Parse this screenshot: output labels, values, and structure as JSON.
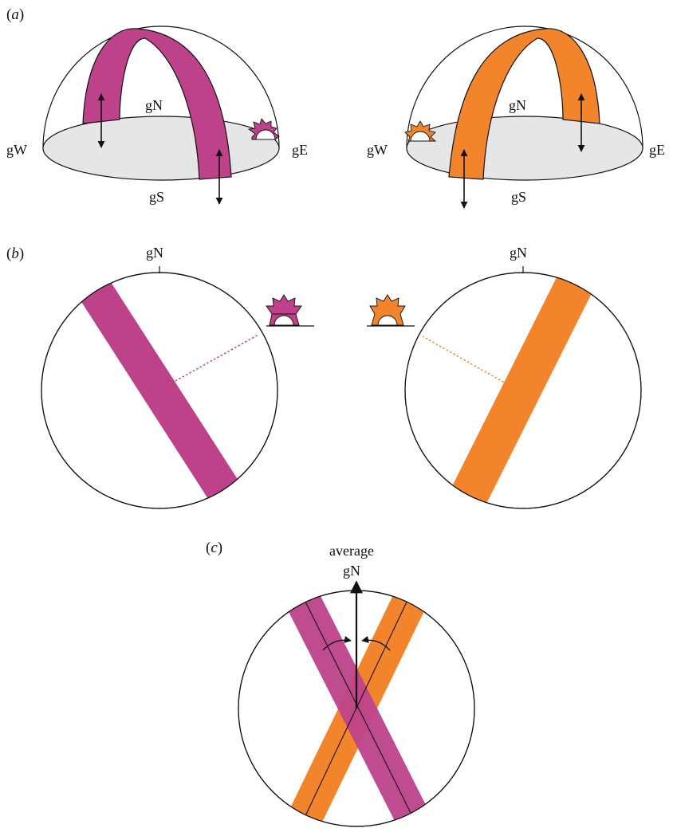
{
  "colors": {
    "magenta": "#bd428a",
    "orange": "#f2852b",
    "floor": "#e6e6e6",
    "ink": "#111111"
  },
  "panels": {
    "a": {
      "open": "(",
      "letter": "a",
      "close": ")"
    },
    "b": {
      "open": "(",
      "letter": "b",
      "close": ")"
    },
    "c": {
      "open": "(",
      "letter": "c",
      "close": ")"
    }
  },
  "labels": {
    "gN": "gN",
    "gS": "gS",
    "gE": "gE",
    "gW": "gW",
    "average": "average"
  },
  "icons": [
    "sun-icon",
    "double-arrow-icon",
    "north-arrow-icon"
  ]
}
